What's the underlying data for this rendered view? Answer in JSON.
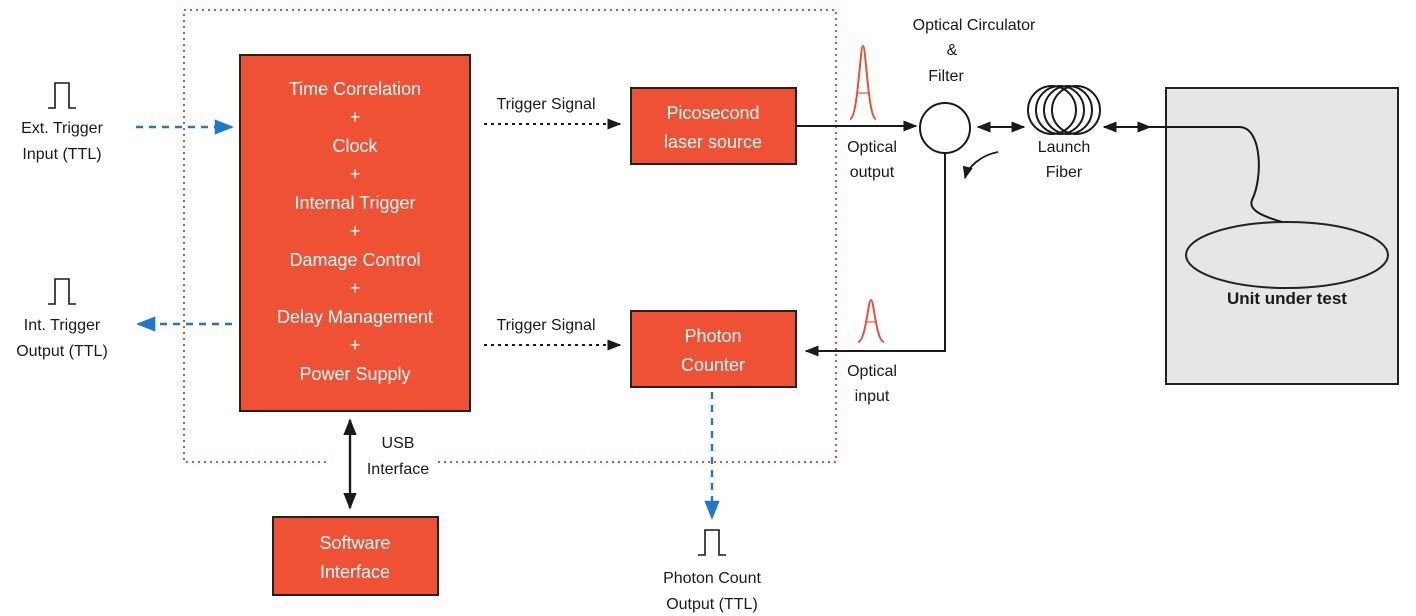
{
  "colors": {
    "block_fill": "#ee5134",
    "dotted_frame": "#e8503a",
    "electrical_arrow": "#1f78c8",
    "pulse": "#e8503a",
    "uut_fill": "#e6e6e6"
  },
  "main_block": {
    "lines": [
      "Time Correlation",
      "+",
      "Clock",
      "+",
      "Internal Trigger",
      "+",
      "Damage Control",
      "+",
      "Delay Management",
      "+",
      "Power Supply"
    ]
  },
  "laser_block": {
    "lines": [
      "Picosecond",
      "laser source"
    ]
  },
  "counter_block": {
    "lines": [
      "Photon",
      "Counter"
    ]
  },
  "software_block": {
    "lines": [
      "Software",
      "Interface"
    ]
  },
  "labels": {
    "ext_trigger": [
      "Ext. Trigger",
      "Input (TTL)"
    ],
    "int_trigger": [
      "Int. Trigger",
      "Output (TTL)"
    ],
    "trigger_signal_top": "Trigger Signal",
    "trigger_signal_bottom": "Trigger Signal",
    "usb": [
      "USB",
      "Interface"
    ],
    "photon_count": [
      "Photon Count",
      "Output (TTL)"
    ],
    "optical_output": [
      "Optical",
      "output"
    ],
    "optical_input": [
      "Optical",
      "input"
    ],
    "circulator": [
      "Optical Circulator",
      "&",
      "Filter"
    ],
    "launch_fiber": [
      "Launch",
      "Fiber"
    ],
    "uut": "Unit under test"
  },
  "icons": [
    "ttl-pulse-icon",
    "optical-pulse-icon",
    "circulator-icon",
    "fiber-coil-icon"
  ]
}
